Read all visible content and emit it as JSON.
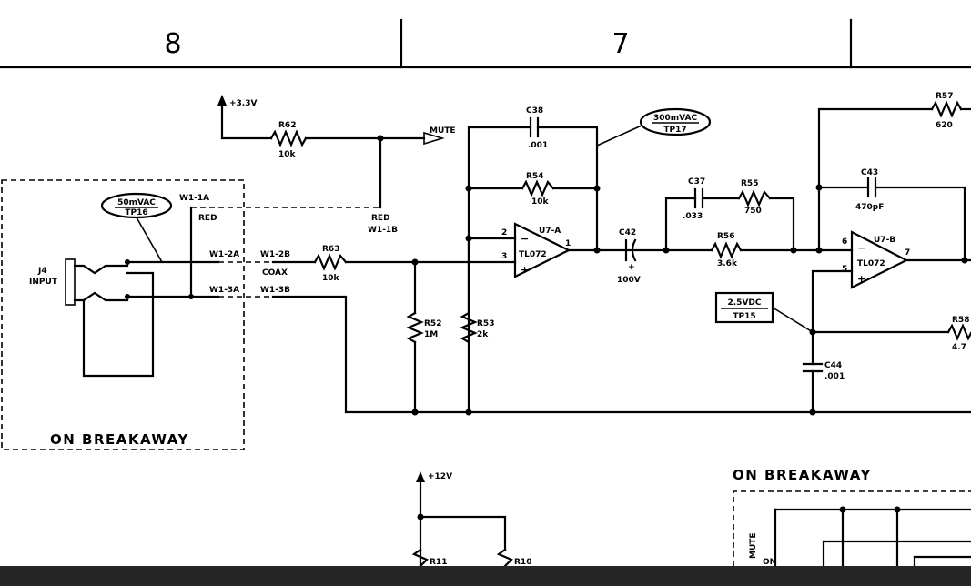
{
  "zones": [
    "8",
    "7"
  ],
  "power": {
    "v33": "+3.3V",
    "v12": "+12V"
  },
  "signals": {
    "mute": "MUTE",
    "red": "RED",
    "coax": "COAX"
  },
  "testpoints": {
    "tp16": {
      "value": "50mVAC",
      "name": "TP16"
    },
    "tp17": {
      "value": "300mVAC",
      "name": "TP17"
    },
    "tp15": {
      "value": "2.5VDC",
      "name": "TP15"
    }
  },
  "connector": {
    "ref": "J4",
    "label": "INPUT"
  },
  "wires": {
    "w1a": "W1-1A",
    "w2a": "W1-2A",
    "w3a": "W1-3A",
    "w1b": "W1-1B",
    "w2b": "W1-2B",
    "w3b": "W1-3B",
    "red_ref": "W1-1B"
  },
  "resistors": {
    "r62": {
      "ref": "R62",
      "value": "10k"
    },
    "r63": {
      "ref": "R63",
      "value": "10k"
    },
    "r52": {
      "ref": "R52",
      "value": "1M"
    },
    "r53": {
      "ref": "R53",
      "value": "2k"
    },
    "r54": {
      "ref": "R54",
      "value": "10k"
    },
    "r55": {
      "ref": "R55",
      "value": "750"
    },
    "r56": {
      "ref": "R56",
      "value": "3.6k"
    },
    "r57": {
      "ref": "R57",
      "value": "620"
    },
    "r58": {
      "ref": "R58",
      "value": "4.7"
    },
    "r11": {
      "ref": "R11"
    },
    "r10": {
      "ref": "R10"
    }
  },
  "capacitors": {
    "c38": {
      "ref": "C38",
      "value": ".001"
    },
    "c37": {
      "ref": "C37",
      "value": ".033"
    },
    "c42": {
      "ref": "C42",
      "value": "100V"
    },
    "c43": {
      "ref": "C43",
      "value": "470pF"
    },
    "c44": {
      "ref": "C44",
      "value": ".001"
    }
  },
  "opamps": {
    "u7a": {
      "ref": "U7-A",
      "part": "TL072",
      "pin_inv": "2",
      "pin_noninv": "3",
      "pin_out": "1"
    },
    "u7b": {
      "ref": "U7-B",
      "part": "TL072",
      "pin_inv": "6",
      "pin_noninv": "5",
      "pin_out": "7"
    }
  },
  "breakaway": [
    "ON BREAKAWAY",
    "ON BREAKAWAY"
  ],
  "misc": {
    "mute_pin": "MUTE",
    "pin_label": "ON"
  }
}
